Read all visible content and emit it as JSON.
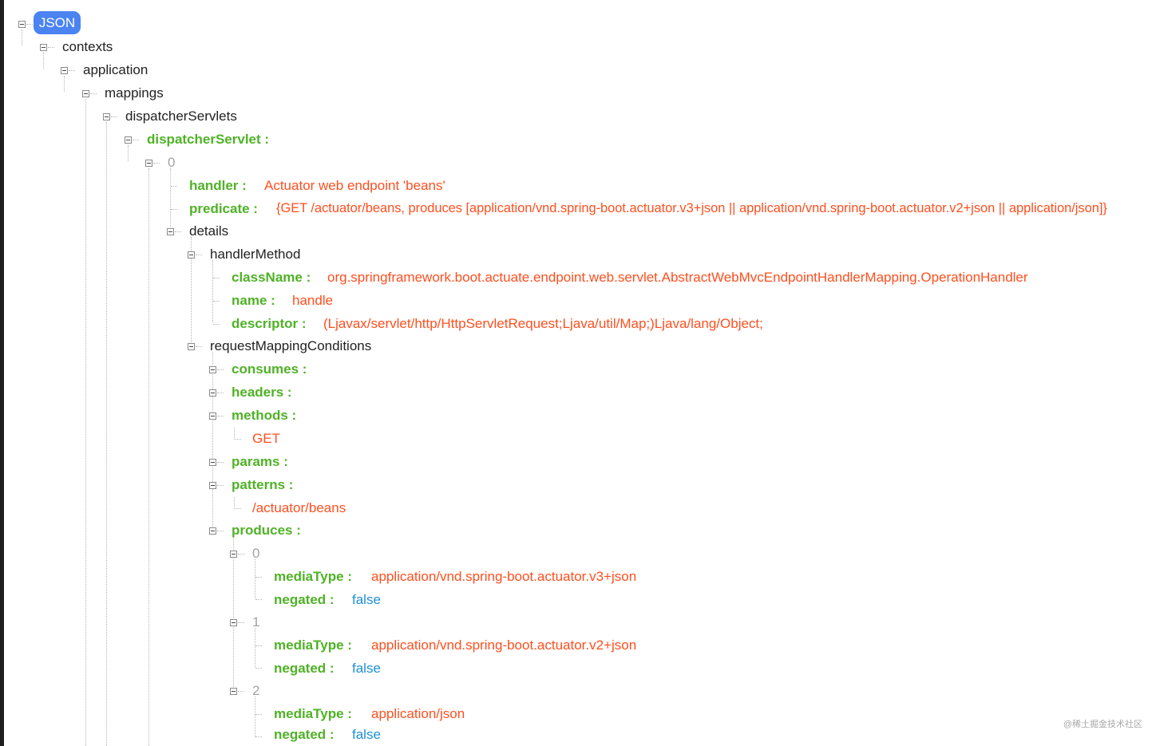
{
  "root_label": "JSON",
  "nodes": {
    "contexts": "contexts",
    "application": "application",
    "mappings": "mappings",
    "dispatcherServlets": "dispatcherServlets",
    "dispatcherServlet": "dispatcherServlet :",
    "index0": "0",
    "handler_key": "handler :",
    "handler_value": "Actuator web endpoint 'beans'",
    "predicate_key": "predicate :",
    "predicate_value": "{GET /actuator/beans, produces [application/vnd.spring-boot.actuator.v3+json || application/vnd.spring-boot.actuator.v2+json || application/json]}",
    "details": "details",
    "handlerMethod": "handlerMethod",
    "className_key": "className :",
    "className_value": "org.springframework.boot.actuate.endpoint.web.servlet.AbstractWebMvcEndpointHandlerMapping.OperationHandler",
    "name_key": "name :",
    "name_value": "handle",
    "descriptor_key": "descriptor :",
    "descriptor_value": "(Ljavax/servlet/http/HttpServletRequest;Ljava/util/Map;)Ljava/lang/Object;",
    "requestMappingConditions": "requestMappingConditions",
    "consumes_key": "consumes :",
    "headers_key": "headers :",
    "methods_key": "methods :",
    "methods_value": "GET",
    "params_key": "params :",
    "patterns_key": "patterns :",
    "patterns_value": "/actuator/beans",
    "produces_key": "produces :",
    "produces_items": [
      {
        "index": "0",
        "mediaType_key": "mediaType :",
        "mediaType_value": "application/vnd.spring-boot.actuator.v3+json",
        "negated_key": "negated :",
        "negated_value": "false"
      },
      {
        "index": "1",
        "mediaType_key": "mediaType :",
        "mediaType_value": "application/vnd.spring-boot.actuator.v2+json",
        "negated_key": "negated :",
        "negated_value": "false"
      },
      {
        "index": "2",
        "mediaType_key": "mediaType :",
        "mediaType_value": "application/json",
        "negated_key": "negated :",
        "negated_value": "false"
      }
    ]
  },
  "watermark": "@稀土掘金技术社区",
  "colors": {
    "key": "#4fb226",
    "string": "#ff4f1f",
    "boolean": "#1e90d6",
    "index": "#a3a3a3",
    "root_pill": "#4b83f1",
    "object": "#222222"
  },
  "icons": {
    "toggle": "collapse-minus-icon"
  }
}
